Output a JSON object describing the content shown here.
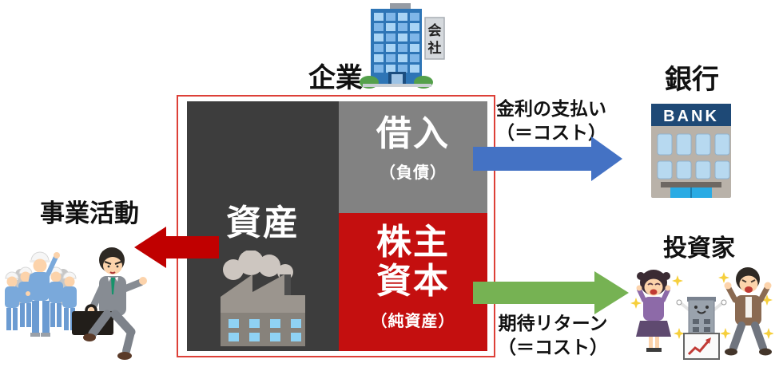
{
  "entities": {
    "company": {
      "label": "企業",
      "sign_line1": "会",
      "sign_line2": "社"
    },
    "bank": {
      "label": "銀行",
      "sign": "BANK"
    },
    "investors": {
      "label": "投資家"
    },
    "business_activity": {
      "label": "事業活動"
    }
  },
  "balance_sheet": {
    "assets": {
      "label": "資産",
      "color": "#3d3d3d"
    },
    "liabilities": {
      "label": "借入",
      "sublabel": "（負債）",
      "color": "#828282"
    },
    "equity": {
      "line1": "株主",
      "line2": "資本",
      "sublabel": "（純資産）",
      "color": "#c40f0f"
    },
    "border_color": "#dd4038"
  },
  "flows": {
    "interest": {
      "caption_line1": "金利の支払い",
      "caption_line2": "（＝コスト）",
      "color": "#4472c4",
      "from": "借入",
      "to": "銀行"
    },
    "expected_return": {
      "caption_line1": "期待リターン",
      "caption_line2": "（＝コスト）",
      "color": "#76b253",
      "from": "株主資本",
      "to": "投資家"
    },
    "assets_to_business": {
      "color": "#c00000",
      "from": "資産",
      "to": "事業活動"
    }
  }
}
